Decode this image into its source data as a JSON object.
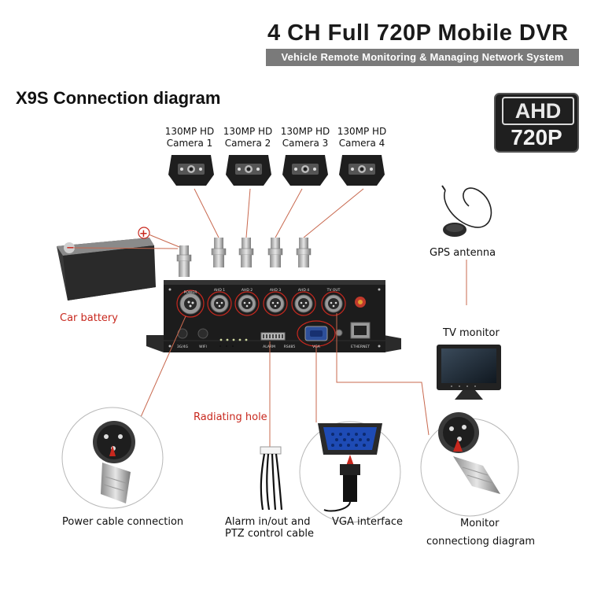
{
  "header": {
    "title": "4 CH Full 720P Mobile DVR",
    "subtitle": "Vehicle Remote Monitoring & Managing Network System"
  },
  "diagram_heading": "X9S Connection diagram",
  "badge": {
    "top": "AHD",
    "bottom": "720P"
  },
  "cameras": [
    {
      "line1": "130MP HD",
      "line2": "Camera 1"
    },
    {
      "line1": "130MP HD",
      "line2": "Camera 2"
    },
    {
      "line1": "130MP HD",
      "line2": "Camera 3"
    },
    {
      "line1": "130MP HD",
      "line2": "Camera 4"
    }
  ],
  "labels": {
    "gps_antenna": "GPS antenna",
    "car_battery": "Car battery",
    "tv_monitor": "TV monitor",
    "radiating_hole": "Radiating hole",
    "power_cable": "Power cable connection",
    "alarm_line1": "Alarm in/out and",
    "alarm_line2": "PTZ control cable",
    "vga_interface": "VGA interface",
    "monitor_line1": "Monitor",
    "monitor_line2": "connectiong diagram"
  },
  "dvr_ports": {
    "power": "POWER",
    "ahd1": "AHD 1",
    "ahd2": "AHD 2",
    "ahd3": "AHD 3",
    "ahd4": "AHD 4",
    "tvout": "TV OUT",
    "vga": "VGA",
    "ethernet": "ETHERNET",
    "alarm": "ALARM",
    "rs485": "RS485",
    "g3": "3G/4G",
    "wifi": "WIFI"
  },
  "colors": {
    "accent_red": "#c8281e",
    "subtitle_bar": "#7a7a7a",
    "dvr_body": "#1c1c1c",
    "line": "#c8684e"
  }
}
